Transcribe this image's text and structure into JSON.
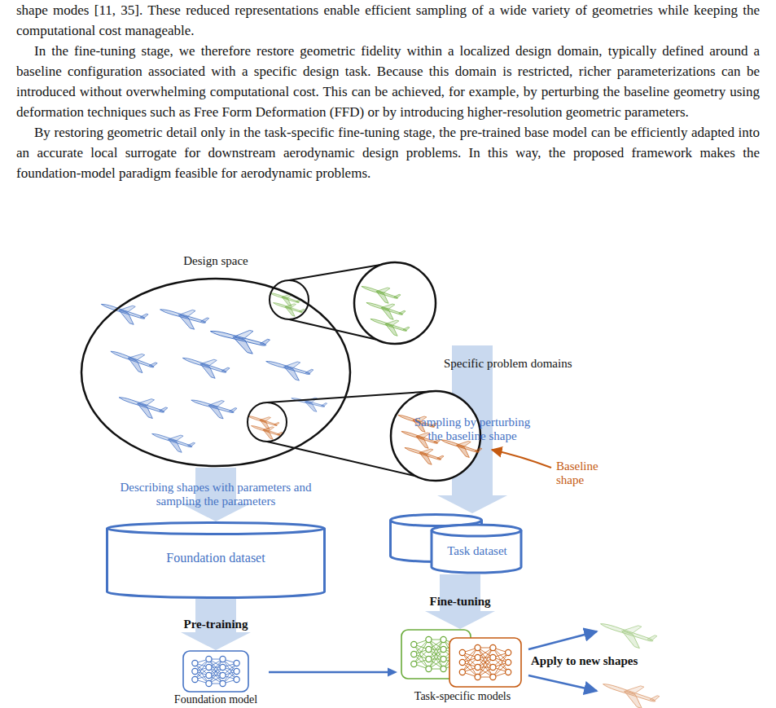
{
  "diagram": {
    "nodes": [
      {
        "text": [
          "Design space"
        ]
      },
      {
        "text": [
          "Specific problem domains"
        ]
      },
      {
        "text": [
          "Foundation dataset"
        ]
      },
      {
        "text": [
          "Task dataset"
        ]
      },
      {
        "text": [
          "Foundation model"
        ]
      },
      {
        "text": [
          "Task-specific models"
        ]
      }
    ],
    "edges": [
      {
        "from": 0,
        "to": 2,
        "arrow": "to",
        "label": "Describing shapes with parameters and sampling the parameters"
      },
      {
        "from": 2,
        "to": 4,
        "arrow": "to",
        "label": "Pre-training"
      },
      {
        "from": 1,
        "to": 3,
        "arrow": "to",
        "label": "Sampling by perturbing the baseline shape"
      },
      {
        "from": 3,
        "to": 5,
        "arrow": "to",
        "label": "Fine-tuning"
      },
      {
        "from": 4,
        "to": 5,
        "arrow": "to"
      }
    ],
    "labels": [
      "shape modes [11, 35]. These reduced representations enable efficient sampling of a wide variety of geometries while keeping the computational cost manageable.",
      "In the fine-tuning stage, we therefore restore geometric fidelity within a localized design domain, typically defined around a baseline configuration associated with a specific design task. Because this domain is restricted, richer parameterizations can be introduced without overwhelming computational cost. This can be achieved, for example, by perturbing the baseline geometry using deformation techniques such as Free Form Deformation (FFD) or by introducing higher-resolution geometric parameters.",
      "By restoring geometric detail only in the task-specific fine-tuning stage, the pre-trained base model can be efficiently adapted into an accurate local surrogate for downstream aerodynamic design problems. In this way, the proposed framework makes the foundation-model paradigm feasible for aerodynamic problems.",
      "Baseline shape",
      "Apply to new shapes"
    ]
  }
}
